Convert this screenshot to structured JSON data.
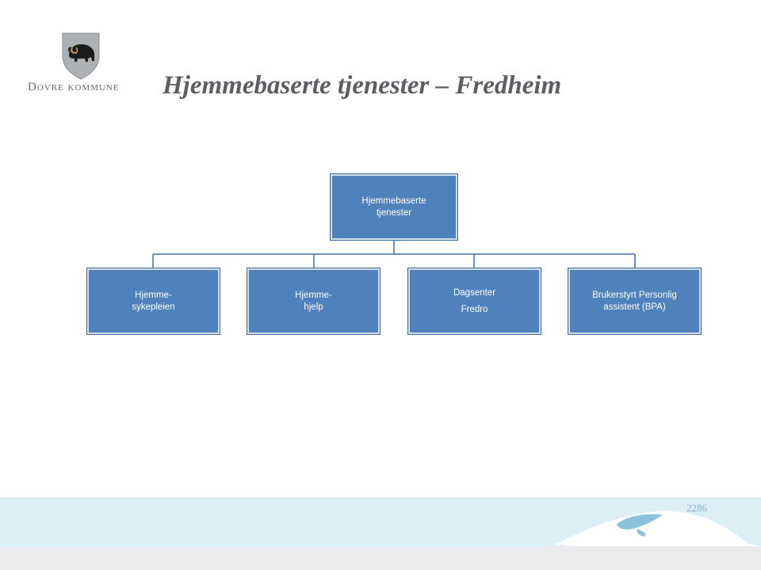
{
  "logo": {
    "text": "Dovre kommune"
  },
  "slide": {
    "title": "Hjemmebaserte tjenester – Fredheim"
  },
  "org": {
    "root": {
      "line1": "Hjemmebaserte",
      "line2": "tjenester"
    },
    "children": [
      {
        "line1": "Hjemme-",
        "line2": "sykepleien"
      },
      {
        "line1": "Hjemme-",
        "line2": "hjelp"
      },
      {
        "line1": "Dagsenter",
        "line2": "Fredro"
      },
      {
        "line1": "Brukerstyrt Personlig",
        "line2": "assistent (BPA)"
      }
    ]
  },
  "footer": {
    "number": "2286"
  },
  "colors": {
    "box": "#4f81bd",
    "line": "#3f6fa8",
    "title": "#5b5f63",
    "band": "#dceef6"
  }
}
